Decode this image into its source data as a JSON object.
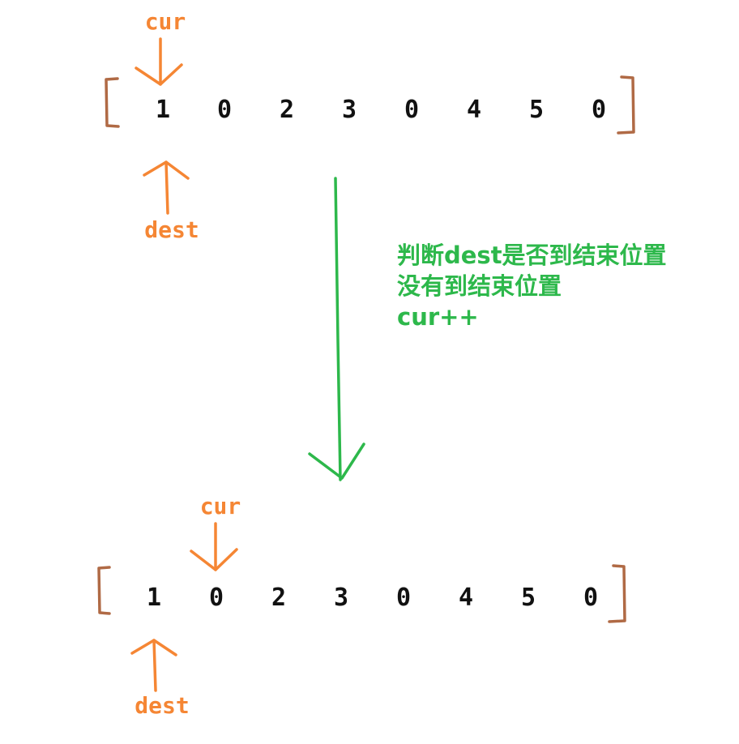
{
  "colors": {
    "pointer": "#F58634",
    "bracket": "#B06A45",
    "transition": "#2DB84B",
    "digit": "#111111"
  },
  "states": [
    {
      "array": [
        "1",
        "0",
        "2",
        "3",
        "0",
        "4",
        "5",
        "0"
      ],
      "cur_label": "cur",
      "dest_label": "dest"
    },
    {
      "array": [
        "1",
        "0",
        "2",
        "3",
        "0",
        "4",
        "5",
        "0"
      ],
      "cur_label": "cur",
      "dest_label": "dest"
    }
  ],
  "transition": {
    "lines": [
      "判断dest是否到结束位置",
      "没有到结束位置",
      "cur++"
    ]
  }
}
